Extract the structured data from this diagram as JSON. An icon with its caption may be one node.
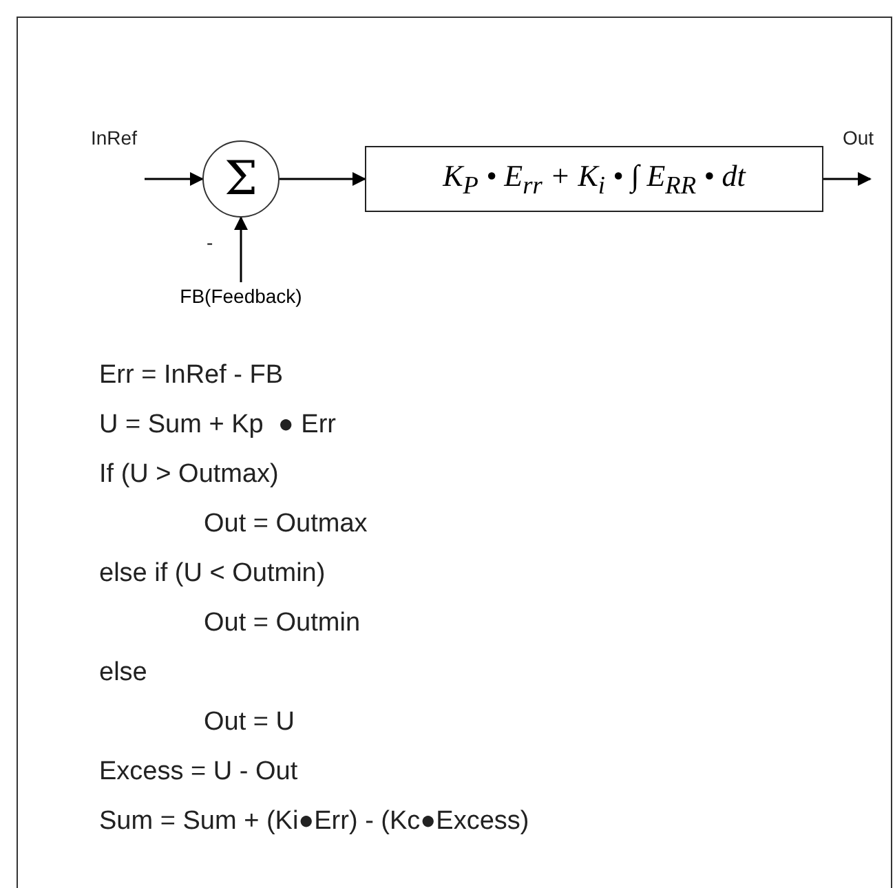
{
  "diagram": {
    "nodes": [
      {
        "text": [
          "Σ"
        ]
      },
      {
        "text": [
          "K$_{P}$ • E$_{rr}$ + K$_{i}$ • ∫ E$_{RR}$ • dt"
        ]
      },
      {
        "text": [
          "FB(Feedback)"
        ]
      }
    ],
    "edges": [
      {
        "from": null,
        "to": 0,
        "arrow": "to",
        "label": "InRef"
      },
      {
        "from": 2,
        "to": 0,
        "arrow": "to",
        "label": "-"
      },
      {
        "from": 0,
        "to": 1,
        "arrow": "to"
      },
      {
        "from": 1,
        "to": null,
        "arrow": "to",
        "label": "Out"
      }
    ],
    "labels": [
      "Err = InRef - FB",
      "U = Sum + Kp  ● Err",
      "If (U > Outmax)",
      "Out = Outmax",
      "else if (U < Outmin)",
      "Out = Outmin",
      "else",
      "Out = U",
      "Excess = U - Out",
      "Sum = Sum + (Ki●Err) - (Kc●Excess)"
    ]
  }
}
